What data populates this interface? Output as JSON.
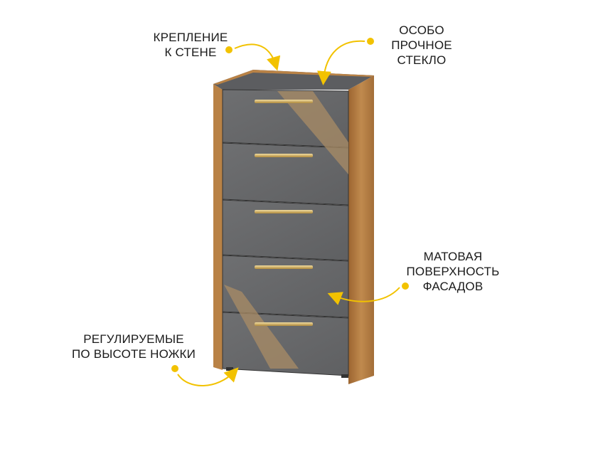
{
  "colors": {
    "accent": "#f2c200",
    "wood": "#b07a3e",
    "facade": "#67686a",
    "handle": "#d4b265"
  },
  "callouts": {
    "wall_mount": {
      "icon": "wall-mount-pointer",
      "lines": [
        "КРЕПЛЕНИЕ",
        "К СТЕНЕ"
      ]
    },
    "glass": {
      "icon": "glass-pointer",
      "lines": [
        "ОСОБО",
        "ПРОЧНОЕ",
        "СТЕКЛО"
      ]
    },
    "matte": {
      "icon": "matte-facade-pointer",
      "lines": [
        "МАТОВАЯ",
        "ПОВЕРХНОСТЬ",
        "ФАСАДОВ"
      ]
    },
    "legs": {
      "icon": "legs-pointer",
      "lines": [
        "РЕГУЛИРУЕМЫЕ",
        "ПО ВЫСОТЕ НОЖКИ"
      ]
    }
  }
}
